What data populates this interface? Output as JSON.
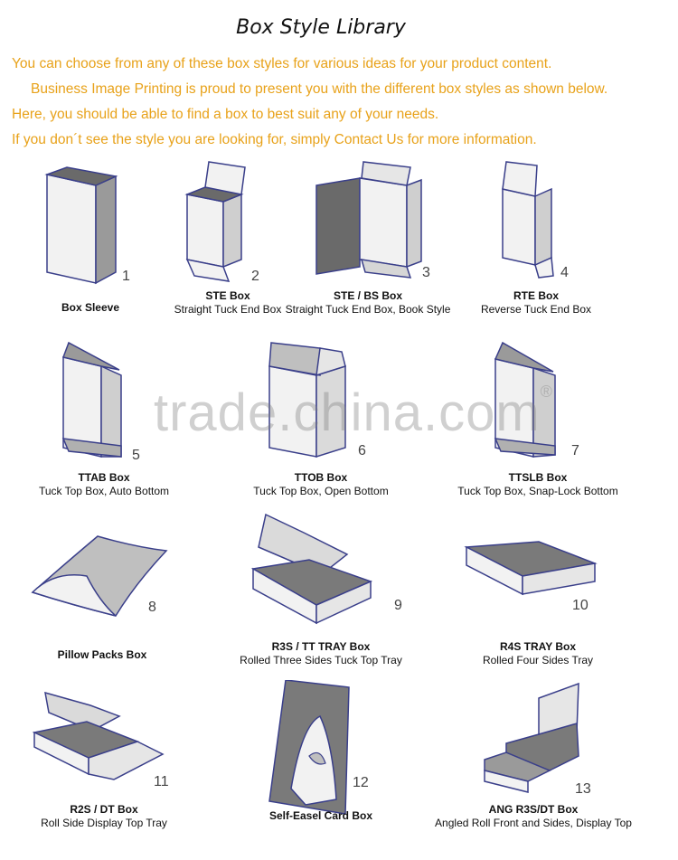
{
  "page": {
    "title": "Box Style Library",
    "intro": [
      "You can choose from any of these box styles for various ideas for your product content.",
      "Business Image Printing is proud to present you with the different box styles as shown below.",
      "Here, you should be able to find a box to best suit any of your needs.",
      "If you don´t see the style you are looking for, simply Contact Us for more information."
    ],
    "watermark": "trade.china.com",
    "watermark_mark": "®"
  },
  "boxes": [
    {
      "num": "1",
      "code": "Box Sleeve",
      "desc": ""
    },
    {
      "num": "2",
      "code": "STE Box",
      "desc": "Straight Tuck End Box"
    },
    {
      "num": "3",
      "code": "STE / BS Box",
      "desc": "Straight Tuck End Box, Book Style"
    },
    {
      "num": "4",
      "code": "RTE Box",
      "desc": "Reverse Tuck End Box"
    },
    {
      "num": "5",
      "code": "TTAB Box",
      "desc": "Tuck Top Box, Auto Bottom"
    },
    {
      "num": "6",
      "code": "TTOB Box",
      "desc": "Tuck Top Box, Open Bottom"
    },
    {
      "num": "7",
      "code": "TTSLB Box",
      "desc": "Tuck Top Box, Snap-Lock Bottom"
    },
    {
      "num": "8",
      "code": "Pillow Packs Box",
      "desc": ""
    },
    {
      "num": "9",
      "code": "R3S / TT TRAY Box",
      "desc": "Rolled Three Sides Tuck Top Tray"
    },
    {
      "num": "10",
      "code": "R4S TRAY Box",
      "desc": "Rolled Four Sides Tray"
    },
    {
      "num": "11",
      "code": "R2S / DT Box",
      "desc": "Roll Side Display Top Tray"
    },
    {
      "num": "12",
      "code": "Self-Easel Card Box",
      "desc": ""
    },
    {
      "num": "13",
      "code": "ANG R3S/DT Box",
      "desc": "Angled Roll Front and Sides, Display Top"
    }
  ],
  "colors": {
    "intro": "#e8a21a",
    "outline": "#3a3f8a",
    "fill_light": "#f2f2f2",
    "fill_dark": "#7a7a7a"
  }
}
